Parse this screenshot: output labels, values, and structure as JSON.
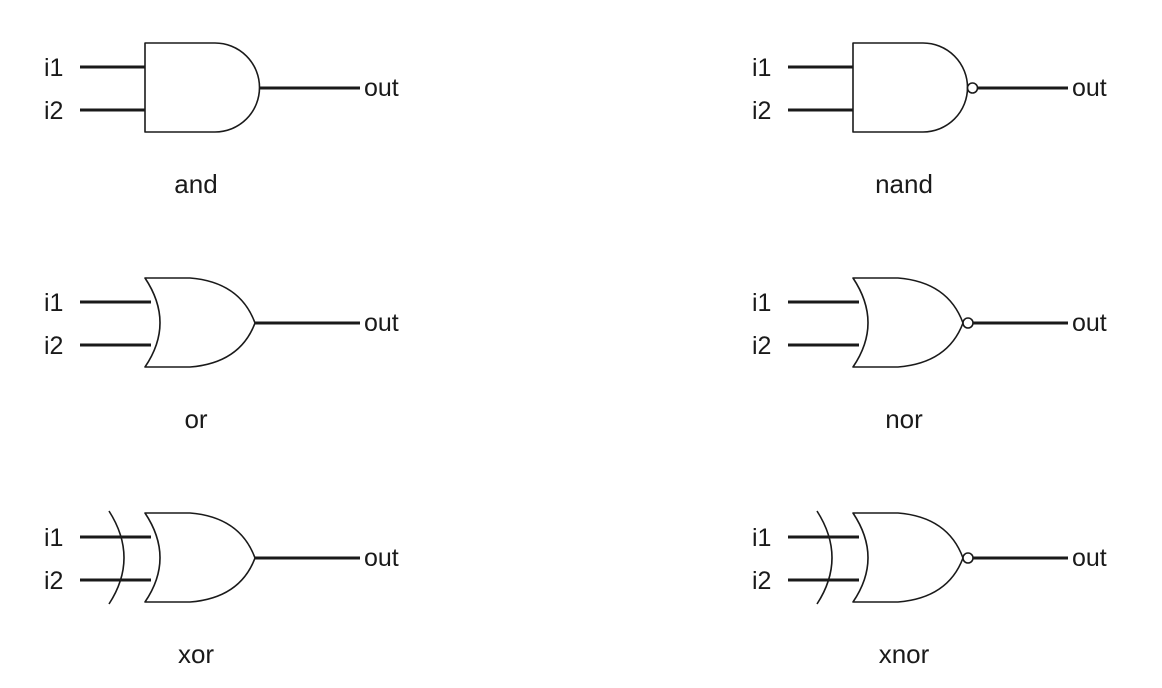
{
  "diagram": {
    "gates": [
      {
        "id": "and",
        "type": "and",
        "name": "and",
        "inputs": [
          "i1",
          "i2"
        ],
        "output": "out",
        "inverted": false
      },
      {
        "id": "nand",
        "type": "and",
        "name": "nand",
        "inputs": [
          "i1",
          "i2"
        ],
        "output": "out",
        "inverted": true
      },
      {
        "id": "or",
        "type": "or",
        "name": "or",
        "inputs": [
          "i1",
          "i2"
        ],
        "output": "out",
        "inverted": false
      },
      {
        "id": "nor",
        "type": "or",
        "name": "nor",
        "inputs": [
          "i1",
          "i2"
        ],
        "output": "out",
        "inverted": true
      },
      {
        "id": "xor",
        "type": "xor",
        "name": "xor",
        "inputs": [
          "i1",
          "i2"
        ],
        "output": "out",
        "inverted": false
      },
      {
        "id": "xnor",
        "type": "xor",
        "name": "xnor",
        "inputs": [
          "i1",
          "i2"
        ],
        "output": "out",
        "inverted": true
      }
    ]
  }
}
